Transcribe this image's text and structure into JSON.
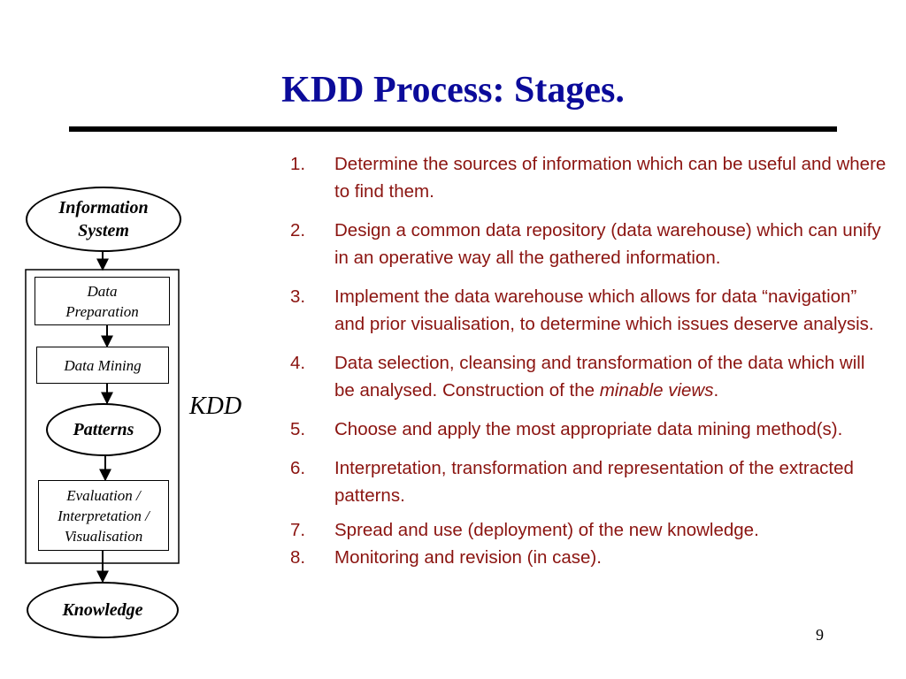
{
  "slide": {
    "title": "KDD Process: Stages.",
    "page_number": "9"
  },
  "diagram": {
    "nodes": {
      "information_system": {
        "line1": "Information",
        "line2": "System"
      },
      "data_preparation": {
        "line1": "Data",
        "line2": "Preparation"
      },
      "data_mining": {
        "label": "Data Mining"
      },
      "patterns": {
        "label": "Patterns"
      },
      "evaluation": {
        "line1": "Evaluation /",
        "line2": "Interpretation /",
        "line3": "Visualisation"
      },
      "knowledge": {
        "label": "Knowledge"
      }
    },
    "group_label": "KDD"
  },
  "steps": [
    {
      "num": "1.",
      "text": "Determine the sources of information which can be useful and where to find them."
    },
    {
      "num": "2.",
      "text": "Design a common data repository (data warehouse) which can unify in an operative way all the gathered information."
    },
    {
      "num": "3.",
      "text": "Implement the data warehouse which allows for data “navigation” and prior visualisation, to determine which issues deserve analysis."
    },
    {
      "num": "4.",
      "text_before": "Data selection, cleansing and transformation of the data which will be analysed. Construction of the ",
      "emphasis": "minable views",
      "text_after": "."
    },
    {
      "num": "5.",
      "text": "Choose and apply the most appropriate data mining method(s)."
    },
    {
      "num": "6.",
      "text": "Interpretation, transformation and representation of the extracted patterns."
    },
    {
      "num": "7.",
      "text": "Spread and use (deployment) of the new knowledge."
    },
    {
      "num": "8.",
      "text": "Monitoring and revision (in case)."
    }
  ]
}
